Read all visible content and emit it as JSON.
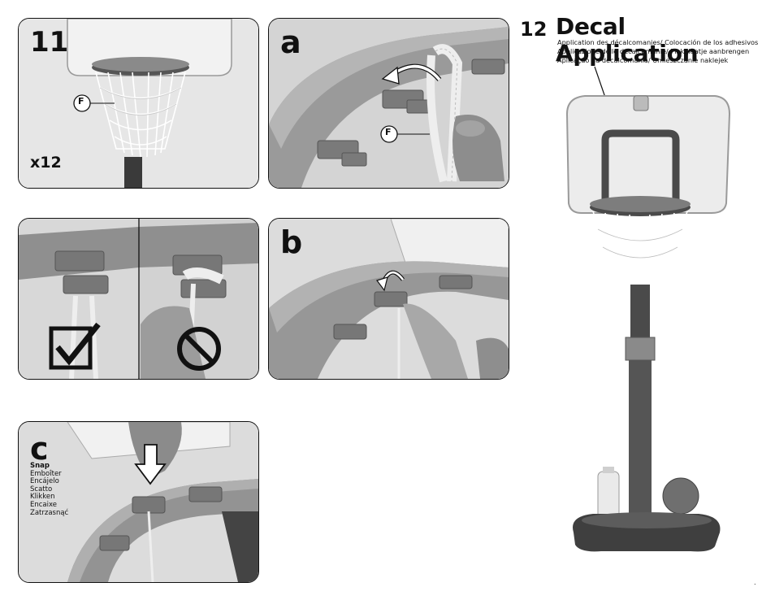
{
  "step11": {
    "number": "11",
    "count": "x12",
    "callout": "F"
  },
  "step_a": {
    "letter": "a",
    "callout": "F"
  },
  "step_b": {
    "letter": "b"
  },
  "step_c": {
    "letter": "c",
    "snap_words": [
      "Snap",
      "Emboîter",
      "Encájelo",
      "Scatto",
      "Klikken",
      "Encaixe",
      "Zatrzasnąć"
    ]
  },
  "step12": {
    "number": "12",
    "title": "Decal Application",
    "subtitles": [
      "Application des décalcomanies/ Colocación de los adhesivos",
      " Applicazione delle decalcomanie/ Plakplaatje aanbrengen",
      "Aplicação da decalcomania/ Umieszczanie naklejek"
    ]
  },
  "page_mark": "."
}
